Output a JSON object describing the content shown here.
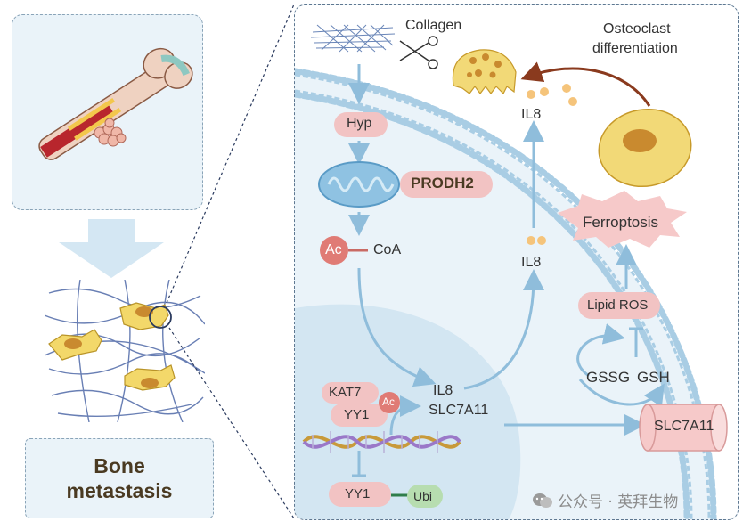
{
  "left_panel": {
    "title_line1": "Bone",
    "title_line2": "metastasis"
  },
  "right_panel": {
    "collagen": "Collagen",
    "osteoclast_line1": "Osteoclast",
    "osteoclast_line2": "differentiation",
    "hyp": "Hyp",
    "prodh2": "PRODH2",
    "ac": "Ac",
    "coa": "CoA",
    "il8_top": "IL8",
    "il8_mid": "IL8",
    "ferroptosis": "Ferroptosis",
    "lipid_ros": "Lipid ROS",
    "gssg": "GSSG",
    "gsh": "GSH",
    "kat7": "KAT7",
    "yy1": "YY1",
    "ac_small": "Ac",
    "il8_gene": "IL8",
    "slc7a11_gene": "SLC7A11",
    "slc7a11_channel": "SLC7A11",
    "yy1_bottom": "YY1",
    "ubi": "Ubi"
  },
  "watermark": "公众号 · 英拜生物",
  "colors": {
    "panel_bg": "#eaf3f9",
    "panel_border": "#7a93a8",
    "membrane": "#a9cde4",
    "nucleus": "#d3e6f2",
    "pink_pill": "#f2c3c3",
    "arrow_blue": "#8fbddb",
    "arrow_brown": "#8a3a1e",
    "yellow": "#f2d977",
    "green_ubi": "#b7ddb0"
  },
  "icons": [
    "bone-icon",
    "tumor-cell-icon",
    "collagen-mesh-icon",
    "scissors-icon",
    "mitochondria-icon",
    "osteoclast-icon",
    "dna-helix-icon"
  ]
}
